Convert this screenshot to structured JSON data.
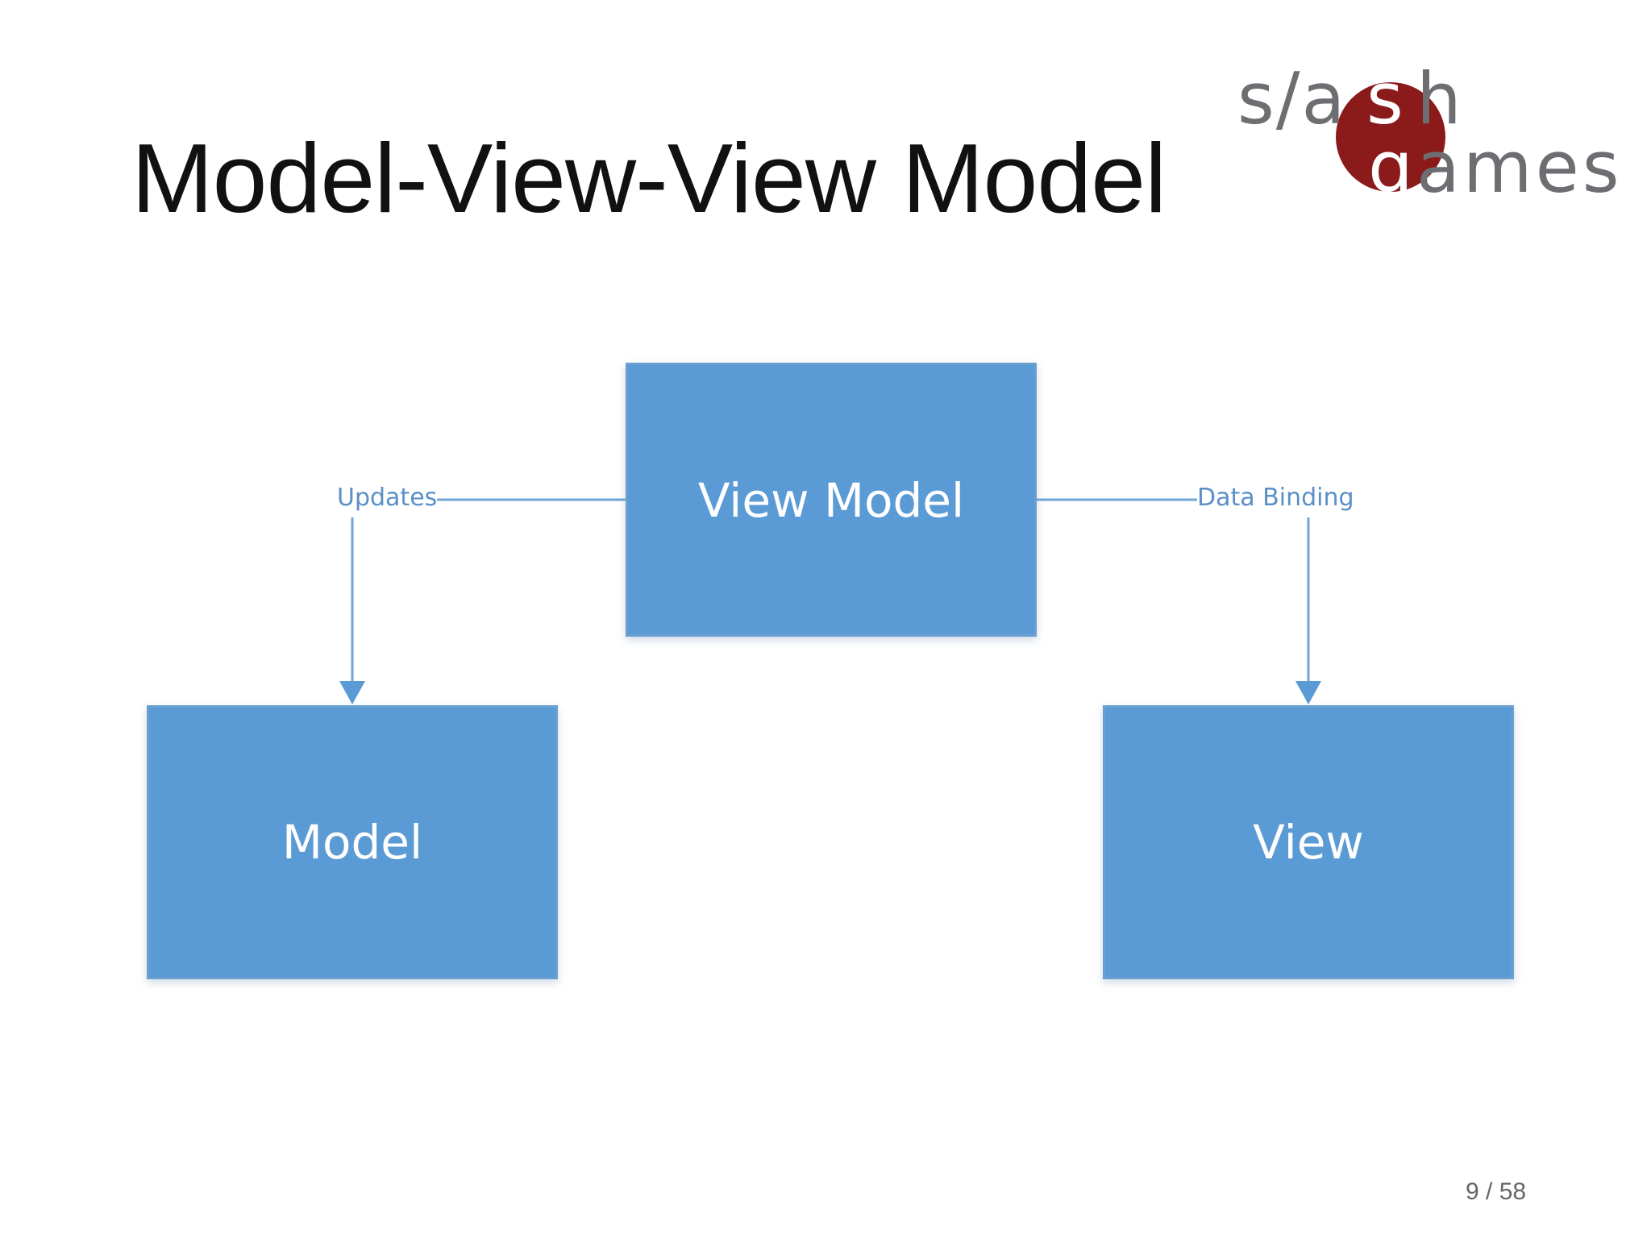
{
  "slide": {
    "title": "Model-View-View Model",
    "page_number": "9 / 58"
  },
  "logo": {
    "line1": "s/ash",
    "line2": "games",
    "colors": {
      "text": "#6d6e71",
      "accent": "#8b1a1a"
    }
  },
  "diagram": {
    "nodes": {
      "view_model": "View Model",
      "model": "Model",
      "view": "View"
    },
    "edges": {
      "updates": "Updates",
      "data_binding": "Data Binding"
    },
    "colors": {
      "box_fill": "#5b9bd5",
      "connector": "#5b9bd5",
      "label": "#5b8fc8"
    }
  }
}
